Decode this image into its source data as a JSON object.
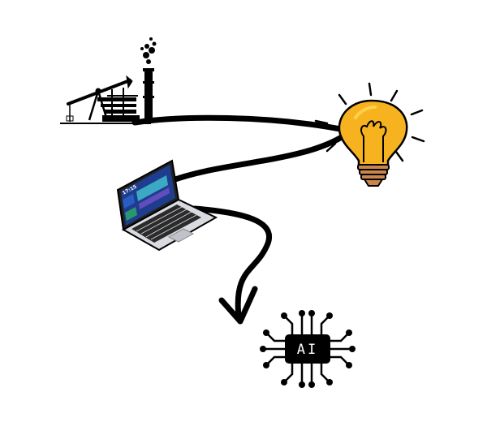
{
  "diagram": {
    "colors": {
      "background": "#ffffff",
      "ink": "#000000",
      "bulb_glass": "#f7b31f",
      "bulb_glow": "#ffd24a",
      "bulb_base": "#c9854b",
      "laptop_screen": "#1e3d8f",
      "laptop_body": "#d9dbe0"
    },
    "stages": [
      {
        "id": "oil-industry",
        "icon": "oil-pump-factory-icon"
      },
      {
        "id": "electricity",
        "icon": "light-bulb-icon"
      },
      {
        "id": "computers",
        "icon": "laptop-icon"
      },
      {
        "id": "artificial-intelligence",
        "icon": "ai-chip-icon"
      }
    ],
    "laptop_clock": "17:15",
    "ai_chip_label": "AI"
  }
}
